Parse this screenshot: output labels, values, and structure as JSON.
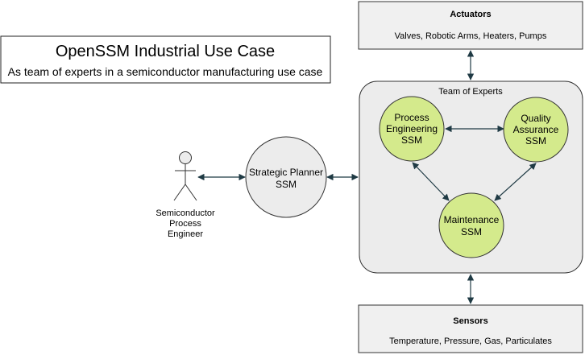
{
  "title_box": {
    "title": "OpenSSM Industrial Use Case",
    "subtitle": "As team of experts in a semiconductor manufacturing use case"
  },
  "actuators": {
    "heading": "Actuators",
    "items": "Valves, Robotic Arms, Heaters, Pumps"
  },
  "sensors": {
    "heading": "Sensors",
    "items": "Temperature, Pressure, Gas, Particulates"
  },
  "team": {
    "label": "Team of Experts",
    "process_engineering": [
      "Process",
      "Engineering",
      "SSM"
    ],
    "quality_assurance": [
      "Quality",
      "Assurance",
      "SSM"
    ],
    "maintenance": [
      "Maintenance",
      "SSM"
    ]
  },
  "planner": {
    "label": [
      "Strategic Planner",
      "SSM"
    ]
  },
  "actor": {
    "label": [
      "Semiconductor",
      "Process",
      "Engineer"
    ]
  },
  "colors": {
    "box_fill": "#f0f0f0",
    "box_stroke": "#333333",
    "team_fill": "#ececec",
    "ssm_fill": "#d4ea8c",
    "ssm_stroke": "#333333",
    "connector": "#1f3a44"
  }
}
